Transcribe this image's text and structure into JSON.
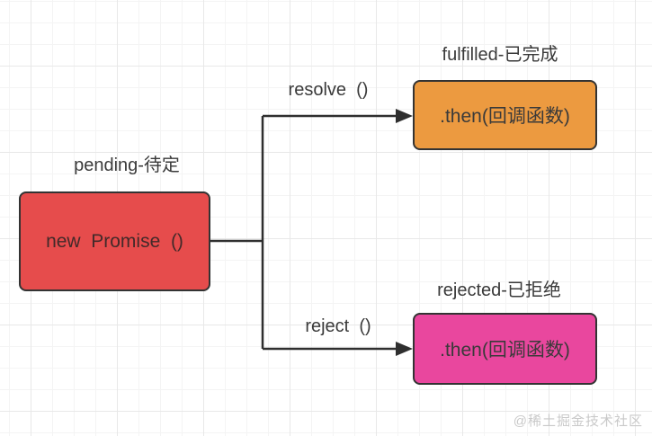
{
  "diagram": {
    "subject": "promise-state-flow",
    "nodes": {
      "pending": {
        "label": "pending-待定",
        "box_text": "new  Promise  ()",
        "fill": "#e64c4c"
      },
      "fulfilled": {
        "label": "fulfilled-已完成",
        "box_text": ".then(回调函数)",
        "fill": "#ec9a40"
      },
      "rejected": {
        "label": "rejected-已拒绝",
        "box_text": ".then(回调函数)",
        "fill": "#e9479e"
      }
    },
    "edges": {
      "resolve": {
        "label": "resolve  ()",
        "from": "pending",
        "to": "fulfilled"
      },
      "reject": {
        "label": "reject  ()",
        "from": "pending",
        "to": "rejected"
      }
    },
    "colors": {
      "line": "#2f2f2f",
      "node_border": "#333333",
      "label_text": "#3a3a3a",
      "grid_minor": "#f4f4f4",
      "grid_major": "#e8e8e8",
      "watermark_text": "#c9c9c9"
    },
    "watermark": "@稀土掘金技术社区"
  }
}
